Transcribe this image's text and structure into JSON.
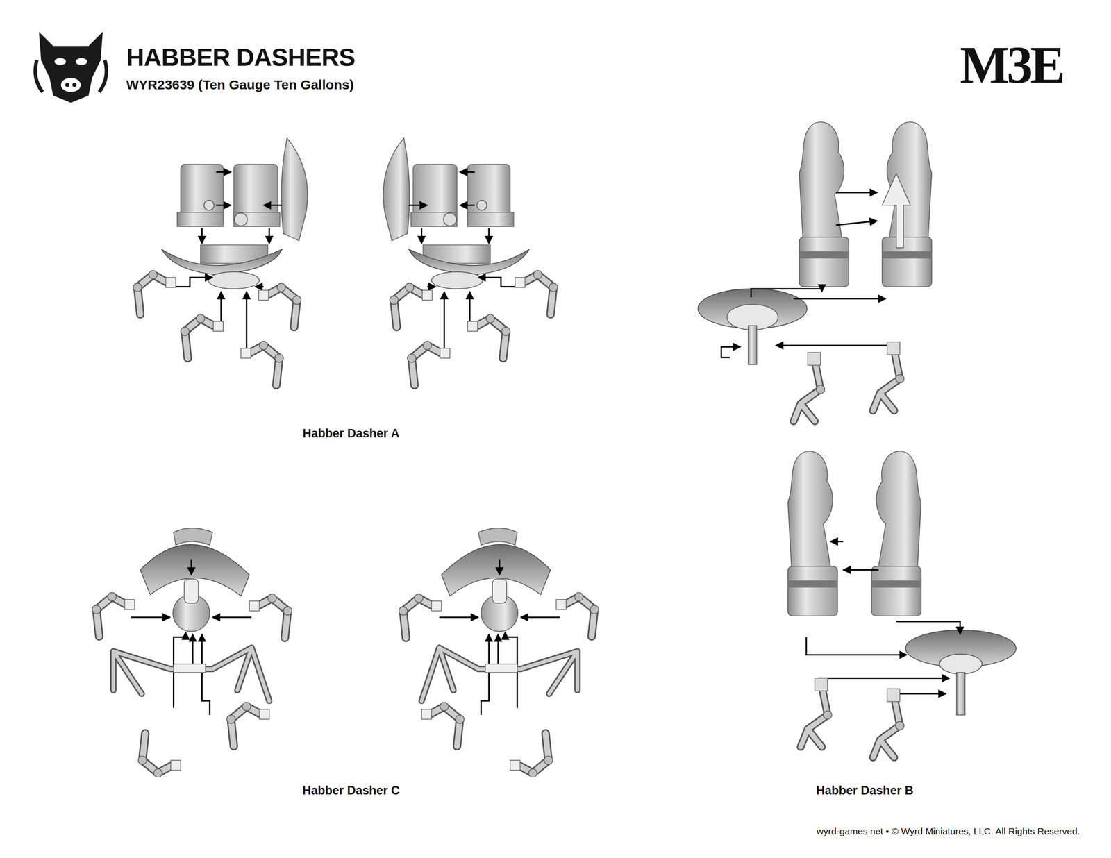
{
  "diagram": {
    "title": "HABBER DASHERS",
    "labels": [
      "WYR23639 (Ten Gauge Ten Gallons)",
      "M3E",
      "Habber Dasher A",
      "Habber Dasher C",
      "Habber Dasher B",
      "wyrd-games.net • © Wyrd Miniatures, LLC. All Rights Reserved."
    ]
  }
}
